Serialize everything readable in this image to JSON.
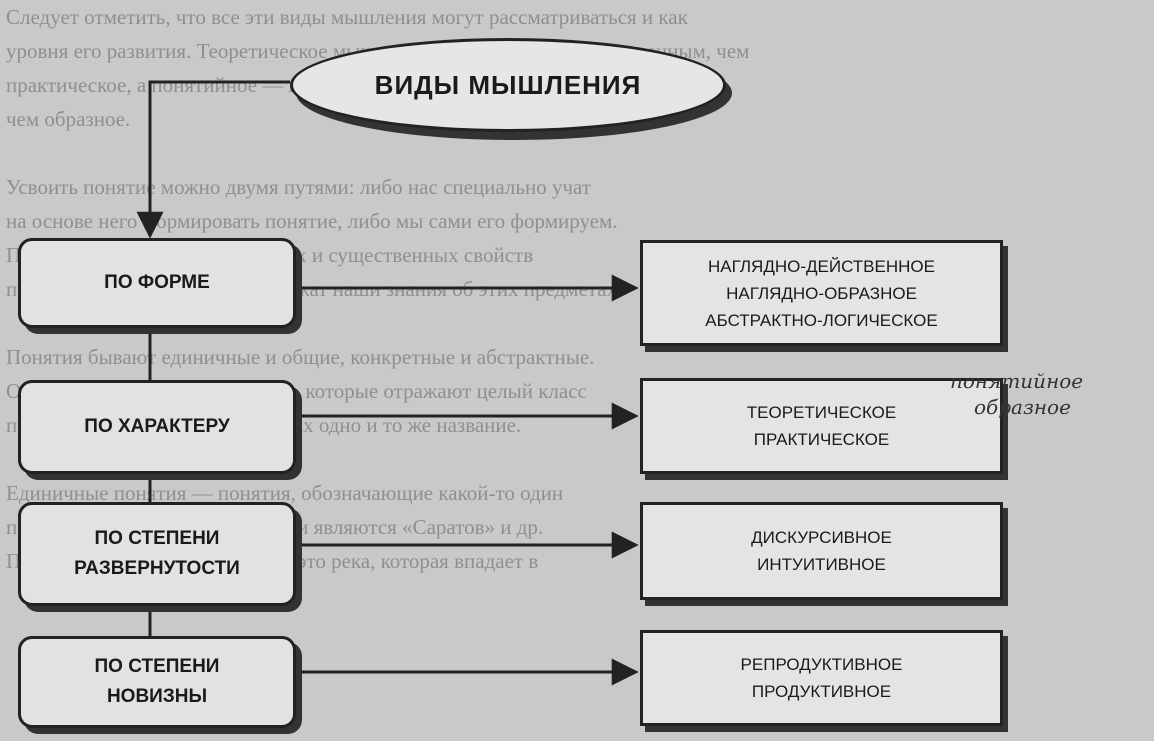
{
  "background_lines": [
    "Следует отметить, что все эти виды мышления могут рассматриваться и как",
    "уровня его развития. Теоретическое мышление считается более совершенным, чем",
    "практическое, а понятийное — представляет более высокий уровень развития,",
    "чем образное.",
    "",
    "Усвоить понятие можно двумя путями: либо нас специально учат",
    "на основе него формировать понятие, либо мы сами его формируем.",
    "Понятие — это отражение общих и существенных свойств",
    "предметов. В основе понятий лежат наши знания об этих предметах.",
    "",
    "Понятия бывают единичные и общие, конкретные и абстрактные.",
    "Общие понятия — это признаки, которые отражают целый класс",
    "предметов или явлений, имеющих одно и то же название.",
    "",
    "Единичные понятия — понятия, обозначающие какой-то один",
    "предмет. Единичными понятиями являются «Саратов» и др.",
    "Понятие «Волга» входит то, что это река, которая впадает в"
  ],
  "title": "ВИДЫ МЫШЛЕНИЯ",
  "categories": [
    {
      "label": "ПО ФОРМЕ",
      "types": [
        "НАГЛЯДНО-ДЕЙСТВЕННОЕ",
        "НАГЛЯДНО-ОБРАЗНОЕ",
        "АБСТРАКТНО-ЛОГИЧЕСКОЕ"
      ]
    },
    {
      "label": "ПО ХАРАКТЕРУ",
      "types": [
        "ТЕОРЕТИЧЕСКОЕ",
        "ПРАКТИЧЕСКОЕ"
      ]
    },
    {
      "label": "ПО СТЕПЕНИ\nРАЗВЕРНУТОСТИ",
      "types": [
        "ДИСКУРСИВНОЕ",
        "ИНТУИТИВНОЕ"
      ]
    },
    {
      "label": "ПО СТЕПЕНИ\nНОВИЗНЫ",
      "types": [
        "РЕПРОДУКТИВНОЕ",
        "ПРОДУКТИВНОЕ"
      ]
    }
  ],
  "handwritten_note": [
    "понятийное",
    "образное"
  ],
  "colors": {
    "background": "#c9c9c9",
    "box_fill": "#e2e2e2",
    "ink": "#222222"
  }
}
